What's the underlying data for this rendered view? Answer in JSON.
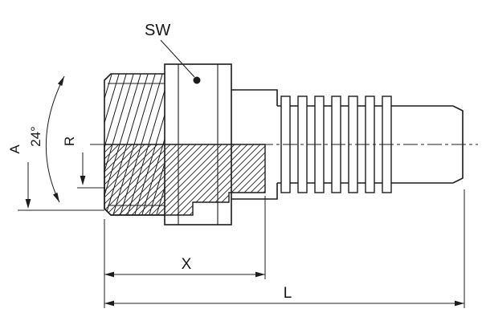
{
  "drawing_title": "hose-fitting-section-drawing",
  "labels": {
    "sw": "SW",
    "thread": "A",
    "cone_angle": "24°",
    "radius": "R",
    "dim_x": "X",
    "dim_l": "L"
  },
  "colors": {
    "line": "#1c1c1c",
    "background": "#ffffff"
  }
}
